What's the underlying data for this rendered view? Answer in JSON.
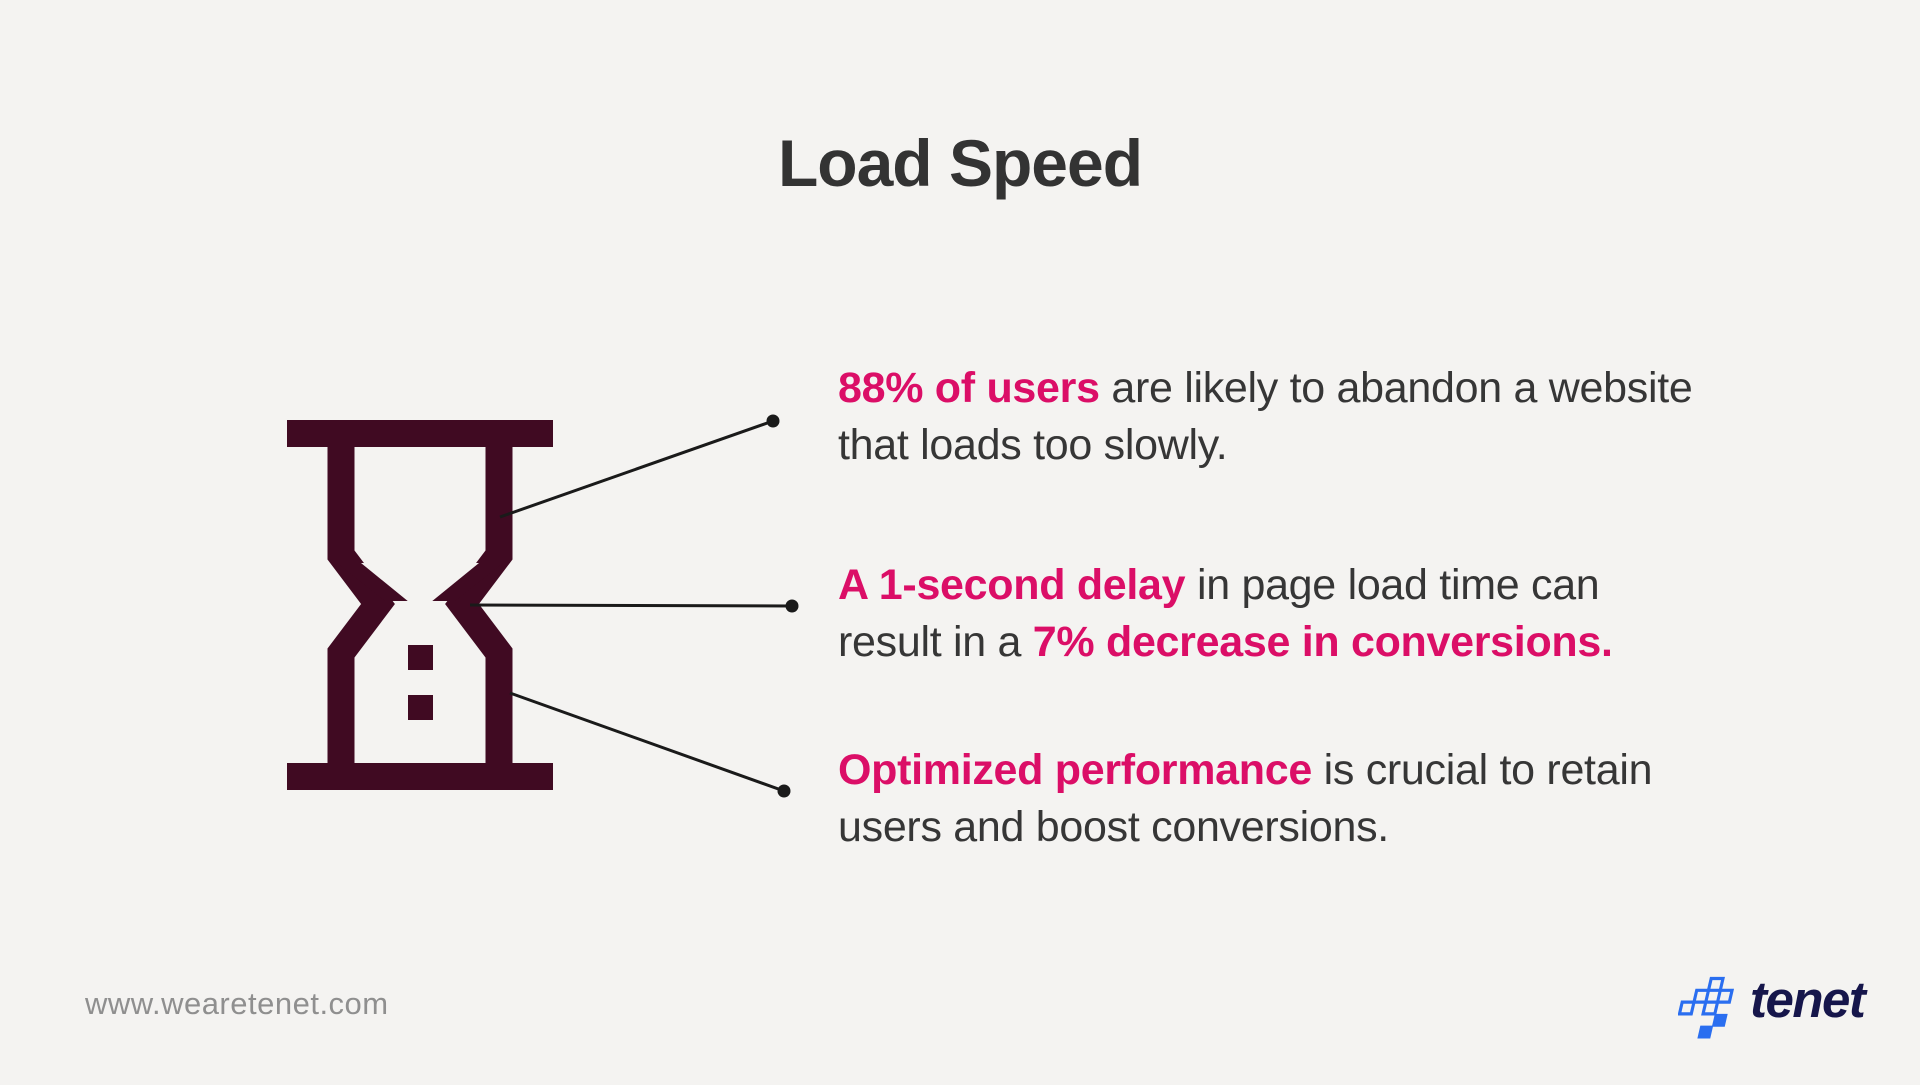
{
  "title": "Load Speed",
  "stats": [
    {
      "lines": [
        [
          {
            "t": "88% of users",
            "accent": true
          },
          {
            "t": " are likely to abandon a website",
            "accent": false
          }
        ],
        [
          {
            "t": "that loads too slowly.",
            "accent": false
          }
        ]
      ]
    },
    {
      "lines": [
        [
          {
            "t": "A 1-second delay",
            "accent": true
          },
          {
            "t": " in page load time can",
            "accent": false
          }
        ],
        [
          {
            "t": "result in a ",
            "accent": false
          },
          {
            "t": "7% decrease in conversions.",
            "accent": true
          }
        ]
      ]
    },
    {
      "lines": [
        [
          {
            "t": "Optimized performance",
            "accent": true
          },
          {
            "t": " is crucial to retain",
            "accent": false
          }
        ],
        [
          {
            "t": "users and boost conversions.",
            "accent": false
          }
        ]
      ]
    }
  ],
  "footer": {
    "url": "www.wearetenet.com"
  },
  "brand": {
    "name": "tenet"
  },
  "icons": {
    "main": "hourglass-icon",
    "brand": "tenet-pixel-asterisk-icon"
  },
  "colors": {
    "background": "#F4F3F1",
    "title_text": "#333333",
    "body_text": "#363636",
    "accent_pink": "#DB0E67",
    "hourglass_maroon": "#400A22",
    "connector_black": "#1A1A1A",
    "footer_gray": "#8F8F8F",
    "logo_blue": "#2A6EF0",
    "logo_navy": "#16164B"
  }
}
